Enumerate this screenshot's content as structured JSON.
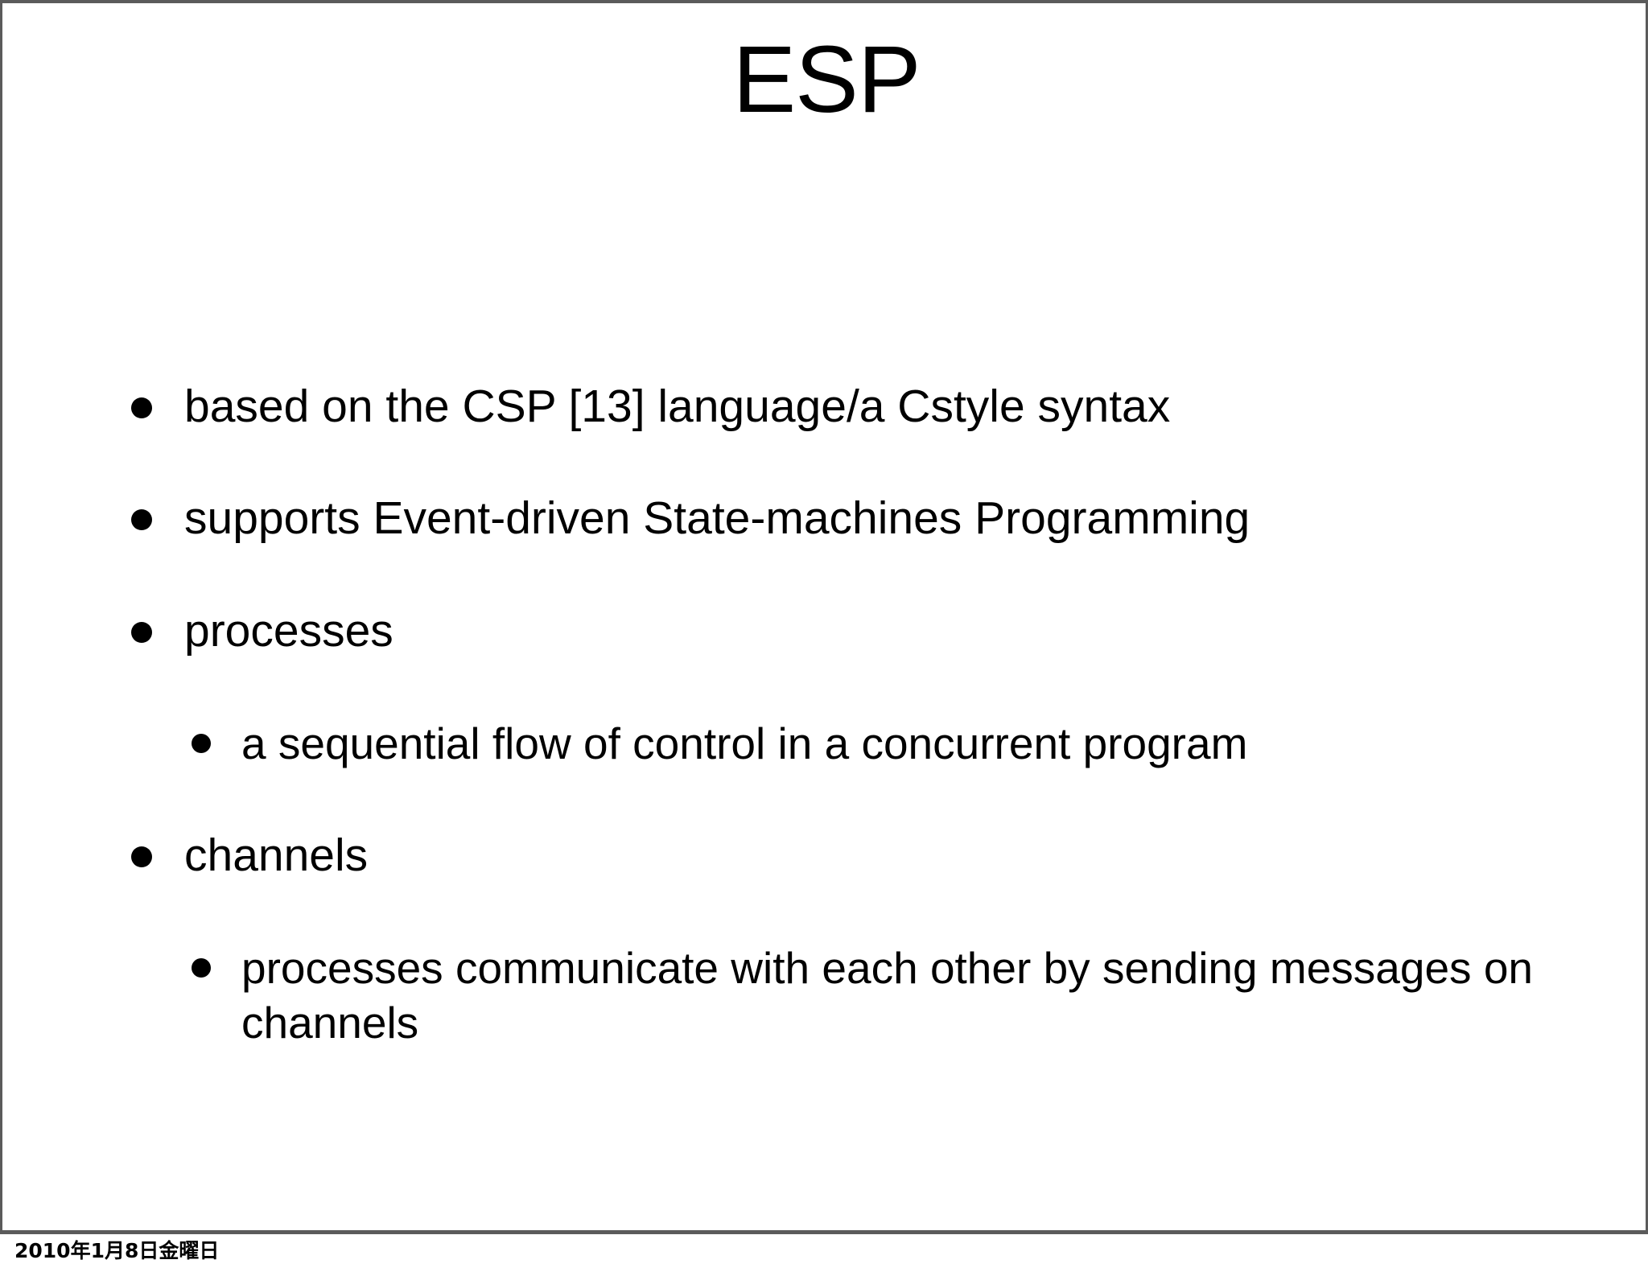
{
  "slide": {
    "title": "ESP",
    "bullets": [
      {
        "level": 1,
        "text": "based on the CSP [13] language/a Cstyle syntax"
      },
      {
        "level": 1,
        "text": "supports Event-driven State-machines Programming"
      },
      {
        "level": 1,
        "text": "processes"
      },
      {
        "level": 2,
        "text": "a sequential flow of control in a concurrent program"
      },
      {
        "level": 1,
        "text": "channels"
      },
      {
        "level": 2,
        "text": "processes communicate with each other by sending messages on channels"
      }
    ]
  },
  "footer": {
    "date": "2010年1月8日金曜日"
  },
  "colors": {
    "background": "#ffffff",
    "text": "#000000",
    "frame_border": "#5b5b5b"
  }
}
